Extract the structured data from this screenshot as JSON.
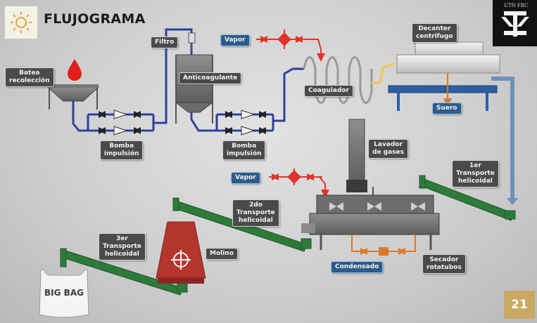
{
  "slide": {
    "title": "FLUJOGRAMA",
    "page_number": "21",
    "corner_logo": "UTN FRC",
    "colors": {
      "pipe_blue": "#2f3f9e",
      "steam_red": "#e0332b",
      "conveyor_green": "#2e7a3a",
      "mill_red": "#b5352f",
      "label_dark": "#4a4a4a",
      "label_blue": "#2e5c8a",
      "page_gold": "#c9a962"
    }
  },
  "labels": {
    "batea": "Batea\nrecolección",
    "filtro": "Filtro",
    "anticoagulante": "Anticoagulante",
    "vapor1": "Vapor",
    "coagulador": "Coagulador",
    "decanter": "Decanter\ncentrifugo",
    "suero": "Suero",
    "bomba1": "Bomba\nimpulsión",
    "bomba2": "Bomba\nimpulsión",
    "lavador": "Lavador\nde gases",
    "vapor2": "Vapor",
    "transporte1": "1er\nTransporte\nhelicoidal",
    "transporte2": "2do\nTransporte\nhelicoidal",
    "transporte3": "3er\nTransporte\nhelicoidal",
    "molino": "Molino",
    "condensado": "Condensado",
    "secador": "Secador\nrotatubos",
    "big_bag": "BIG BAG"
  },
  "icons": [
    "lightbulb-icon",
    "blood-drop-icon",
    "valve-icon",
    "pump-icon",
    "crosshair-icon"
  ]
}
